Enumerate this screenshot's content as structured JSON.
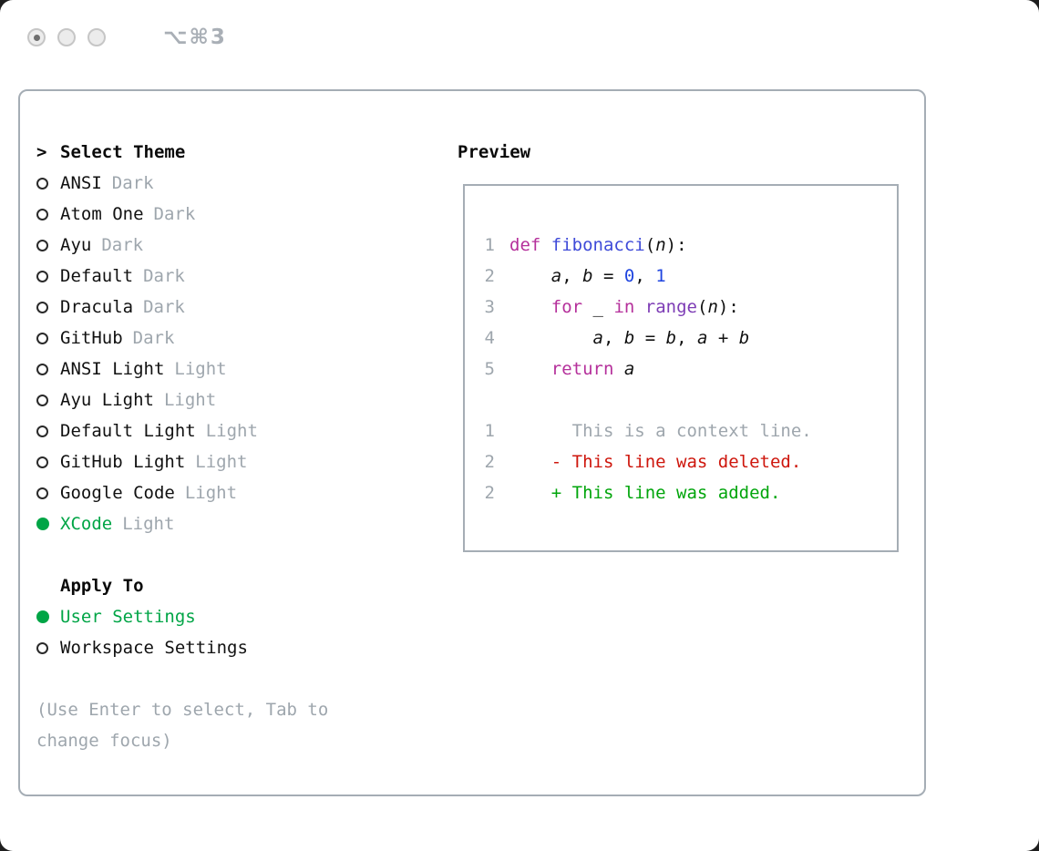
{
  "window": {
    "shortcut": "⌥⌘3"
  },
  "colors": {
    "ui_green": "#00a546",
    "gray": "#9ea6ad",
    "keyword_pink": "#b5309b",
    "builtin_purple": "#7d3cb5",
    "function_blue": "#3e4ad8",
    "number_blue": "#1f45e0",
    "diff_red": "#ce160c",
    "diff_green": "#00a50b"
  },
  "theme_selector": {
    "title_prefix": ">",
    "title": "Select Theme",
    "items": [
      {
        "label": "ANSI",
        "variant": "Dark",
        "selected": false
      },
      {
        "label": "Atom One",
        "variant": "Dark",
        "selected": false
      },
      {
        "label": "Ayu",
        "variant": "Dark",
        "selected": false
      },
      {
        "label": "Default",
        "variant": "Dark",
        "selected": false
      },
      {
        "label": "Dracula",
        "variant": "Dark",
        "selected": false
      },
      {
        "label": "GitHub",
        "variant": "Dark",
        "selected": false
      },
      {
        "label": "ANSI Light",
        "variant": "Light",
        "selected": false
      },
      {
        "label": "Ayu Light",
        "variant": "Light",
        "selected": false
      },
      {
        "label": "Default Light",
        "variant": "Light",
        "selected": false
      },
      {
        "label": "GitHub Light",
        "variant": "Light",
        "selected": false
      },
      {
        "label": "Google Code",
        "variant": "Light",
        "selected": false
      },
      {
        "label": "XCode",
        "variant": "Light",
        "selected": true
      }
    ],
    "apply_to": {
      "title": "Apply To",
      "options": [
        {
          "label": "User Settings",
          "selected": true
        },
        {
          "label": "Workspace Settings",
          "selected": false
        }
      ]
    },
    "help_text": "(Use Enter to select, Tab to change focus)"
  },
  "preview": {
    "title": "Preview",
    "code_lines": [
      {
        "num": "1",
        "tokens": [
          {
            "t": "def",
            "c": "kw"
          },
          {
            "t": " "
          },
          {
            "t": "fibonacci",
            "c": "fn"
          },
          {
            "t": "("
          },
          {
            "t": "n",
            "c": "var"
          },
          {
            "t": "):"
          }
        ]
      },
      {
        "num": "2",
        "tokens": [
          {
            "t": "    "
          },
          {
            "t": "a",
            "c": "var"
          },
          {
            "t": ", "
          },
          {
            "t": "b",
            "c": "var"
          },
          {
            "t": " = "
          },
          {
            "t": "0",
            "c": "num"
          },
          {
            "t": ", "
          },
          {
            "t": "1",
            "c": "num"
          }
        ]
      },
      {
        "num": "3",
        "tokens": [
          {
            "t": "    "
          },
          {
            "t": "for",
            "c": "kw"
          },
          {
            "t": " "
          },
          {
            "t": "_",
            "c": "var"
          },
          {
            "t": " "
          },
          {
            "t": "in",
            "c": "kw"
          },
          {
            "t": " "
          },
          {
            "t": "range",
            "c": "builtin"
          },
          {
            "t": "("
          },
          {
            "t": "n",
            "c": "var"
          },
          {
            "t": "):"
          }
        ]
      },
      {
        "num": "4",
        "tokens": [
          {
            "t": "        "
          },
          {
            "t": "a",
            "c": "var"
          },
          {
            "t": ", "
          },
          {
            "t": "b",
            "c": "var"
          },
          {
            "t": " = "
          },
          {
            "t": "b",
            "c": "var"
          },
          {
            "t": ", "
          },
          {
            "t": "a",
            "c": "var"
          },
          {
            "t": " + "
          },
          {
            "t": "b",
            "c": "var"
          }
        ]
      },
      {
        "num": "5",
        "tokens": [
          {
            "t": "    "
          },
          {
            "t": "return",
            "c": "kw"
          },
          {
            "t": " "
          },
          {
            "t": "a",
            "c": "var"
          }
        ]
      }
    ],
    "diff_lines": [
      {
        "num": "1",
        "marker": " ",
        "text": "This is a context line.",
        "type": "context"
      },
      {
        "num": "2",
        "marker": "-",
        "text": "This line was deleted.",
        "type": "deleted"
      },
      {
        "num": "2",
        "marker": "+",
        "text": "This line was added.",
        "type": "added"
      }
    ]
  }
}
